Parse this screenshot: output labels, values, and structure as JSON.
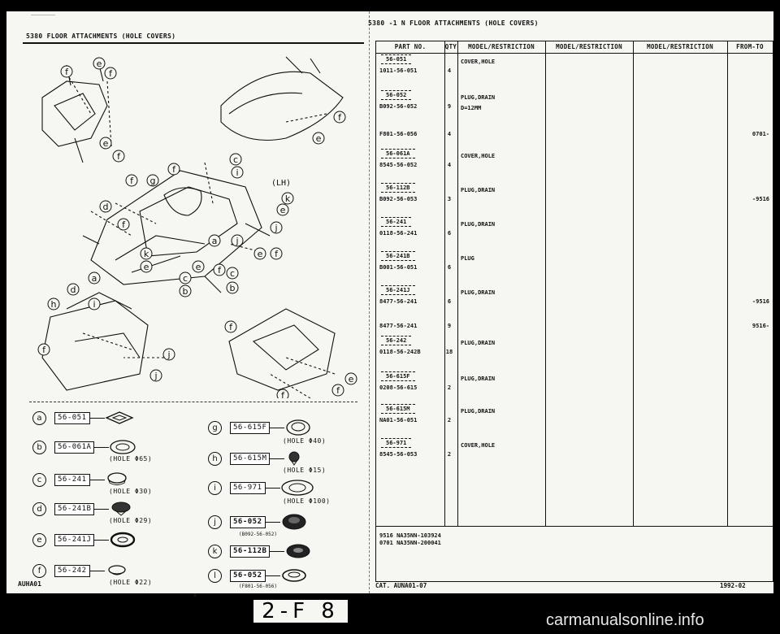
{
  "left_page": {
    "header": "5380   FLOOR ATTACHMENTS (HOLE COVERS)",
    "footer_code": "AUHA01",
    "legend": [
      {
        "letter": "a",
        "part": "56-051",
        "note": ""
      },
      {
        "letter": "b",
        "part": "56-061A",
        "note": "(HOLE Φ65)"
      },
      {
        "letter": "c",
        "part": "56-241",
        "note": "(HOLE Φ30)"
      },
      {
        "letter": "d",
        "part": "56-241B",
        "note": "(HOLE Φ29)"
      },
      {
        "letter": "e",
        "part": "56-241J",
        "note": ""
      },
      {
        "letter": "f",
        "part": "56-242",
        "note": "(HOLE Φ22)"
      },
      {
        "letter": "g",
        "part": "56-615F",
        "note": "(HOLE Φ40)"
      },
      {
        "letter": "h",
        "part": "56-615M",
        "note": "(HOLE Φ15)"
      },
      {
        "letter": "i",
        "part": "56-971",
        "note": "(HOLE Φ100)"
      },
      {
        "letter": "j",
        "part": "56-052",
        "note": "(B092-56-052)"
      },
      {
        "letter": "k",
        "part": "56-112B",
        "note": ""
      },
      {
        "letter": "l",
        "part": "56-052",
        "note": "(F801-56-056)"
      }
    ],
    "lh_label": "(LH)"
  },
  "right_page": {
    "header": "5380 -1 N  FLOOR ATTACHMENTS (HOLE COVERS)",
    "columns": [
      "PART NO.",
      "QTY",
      "MODEL/RESTRICTION",
      "MODEL/RESTRICTION",
      "MODEL/RESTRICTION",
      "FROM-TO"
    ],
    "rows": [
      {
        "box": "56-051",
        "pn": "1011-56-051",
        "qty": "4",
        "desc": "COVER,HOLE",
        "from": ""
      },
      {
        "box": "56-052",
        "pn": "B092-56-052",
        "qty": "9",
        "desc": "PLUG,DRAIN",
        "desc2": "D=12MM",
        "from": ""
      },
      {
        "box": "",
        "pn": "F801-56-056",
        "qty": "4",
        "desc": "",
        "from": "0701-"
      },
      {
        "box": "56-061A",
        "pn": "8545-56-052",
        "qty": "4",
        "desc": "COVER,HOLE",
        "from": ""
      },
      {
        "box": "56-112B",
        "pn": "B092-56-053",
        "qty": "3",
        "desc": "PLUG,DRAIN",
        "from": "-9516"
      },
      {
        "box": "56-241",
        "pn": "0118-56-241",
        "qty": "6",
        "desc": "PLUG,DRAIN",
        "from": ""
      },
      {
        "box": "56-241B",
        "pn": "B001-56-051",
        "qty": "6",
        "desc": "PLUG",
        "from": ""
      },
      {
        "box": "56-241J",
        "pn": "8477-56-241",
        "qty": "6",
        "desc": "PLUG,DRAIN",
        "from": "-9516"
      },
      {
        "box": "",
        "pn": "8477-56-241",
        "qty": "9",
        "desc": "",
        "from": "9516-"
      },
      {
        "box": "56-242",
        "pn": "0118-56-242B",
        "qty": "18",
        "desc": "PLUG,DRAIN",
        "from": ""
      },
      {
        "box": "56-615F",
        "pn": "0208-56-615",
        "qty": "2",
        "desc": "PLUG,DRAIN",
        "from": ""
      },
      {
        "box": "56-615M",
        "pn": "NA01-56-051",
        "qty": "2",
        "desc": "PLUG,DRAIN",
        "from": ""
      },
      {
        "box": "56-971",
        "pn": "8545-56-053",
        "qty": "2",
        "desc": "COVER,HOLE",
        "from": ""
      }
    ],
    "notes": [
      "9516 NA35NN-103924",
      "0701 NA35NN-200041"
    ],
    "catalog": "CAT. AUNA01-07",
    "date": "1992-02"
  },
  "page_badge": "2-F 8",
  "watermark": "carmanualsonline.info"
}
